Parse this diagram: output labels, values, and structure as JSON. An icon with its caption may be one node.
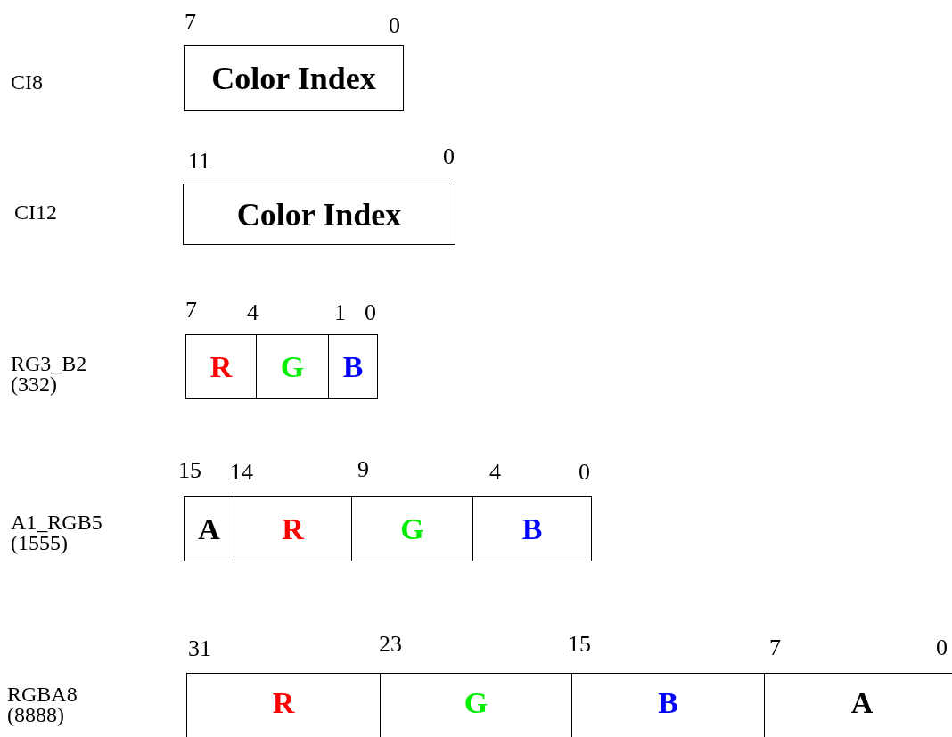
{
  "diagram": {
    "nodes": [
      {
        "text": [
          "Color Index"
        ]
      },
      {
        "text": [
          "Color Index"
        ]
      },
      {
        "text": [
          "R"
        ]
      },
      {
        "text": [
          "G"
        ]
      },
      {
        "text": [
          "B"
        ]
      },
      {
        "text": [
          "A"
        ]
      },
      {
        "text": [
          "R"
        ]
      },
      {
        "text": [
          "G"
        ]
      },
      {
        "text": [
          "B"
        ]
      },
      {
        "text": [
          "R"
        ]
      },
      {
        "text": [
          "G"
        ]
      },
      {
        "text": [
          "B"
        ]
      },
      {
        "text": [
          "A"
        ]
      }
    ],
    "labels": [
      "7",
      "0",
      "CI8",
      "11",
      "0",
      "CI12",
      "7",
      "4",
      "1",
      "0",
      "RG3_B2 (332)",
      "15",
      "14",
      "9",
      "4",
      "0",
      "A1_RGB5 (1555)",
      "31",
      "23",
      "15",
      "7",
      "0",
      "RGBA8 (8888)"
    ]
  }
}
